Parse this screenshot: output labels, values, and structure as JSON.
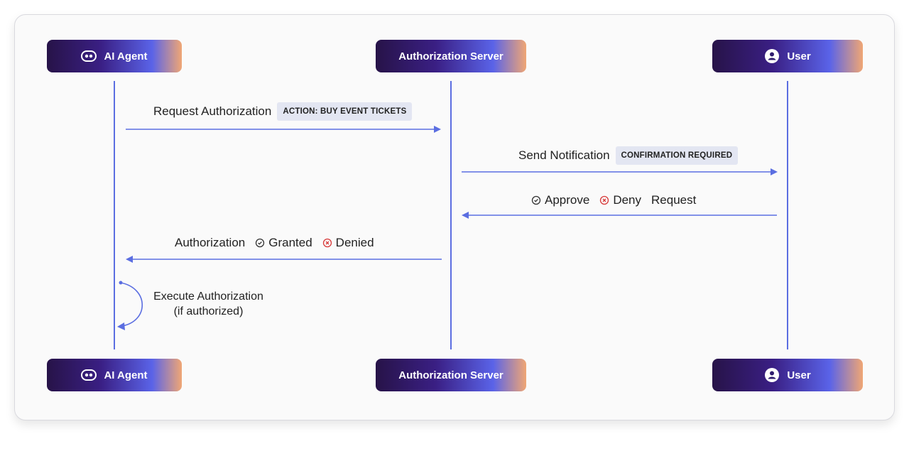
{
  "actors": {
    "agent": {
      "label": "AI Agent",
      "icon": "robot-icon"
    },
    "server": {
      "label": "Authorization Server"
    },
    "user": {
      "label": "User",
      "icon": "user-icon"
    }
  },
  "messages": {
    "request": {
      "label": "Request Authorization",
      "badge": "ACTION: BUY EVENT TICKETS"
    },
    "notify": {
      "label": "Send Notification",
      "badge": "CONFIRMATION REQUIRED"
    },
    "response": {
      "approve": "Approve",
      "deny": "Deny",
      "suffix": "Request"
    },
    "result": {
      "label": "Authorization",
      "granted": "Granted",
      "denied": "Denied"
    },
    "execute": {
      "line1": "Execute Authorization",
      "line2": "(if authorized)"
    }
  },
  "colors": {
    "line": "#5b6ee1",
    "check": "#333333",
    "deny": "#d83a3a"
  }
}
